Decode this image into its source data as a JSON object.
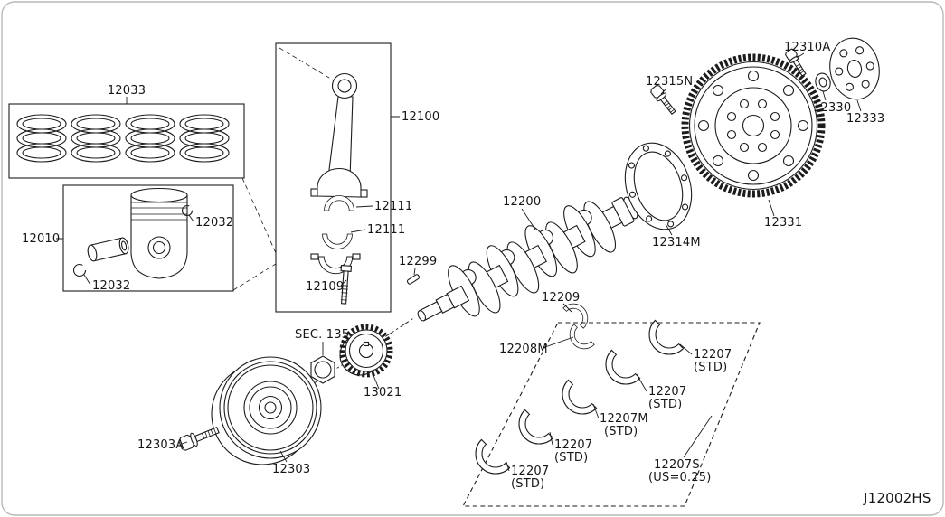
{
  "diagram_code": "J12002HS",
  "labels": {
    "piston_rings": "12033",
    "piston": "12010",
    "snap_ring_upper": "12032",
    "snap_ring_lower": "12032",
    "connecting_rod": "12100",
    "rod_bearing_upper": "12111",
    "rod_bearing_lower": "12111",
    "rod_bolt": "12109",
    "sec_reference": "SEC. 135",
    "crank_sprocket": "13021",
    "woodruff_key": "12299",
    "crankshaft": "12200",
    "bearing_12209": "12209",
    "bearing_12208m": "12208M",
    "crank_pulley": "12303",
    "pulley_bolt": "12303A",
    "drive_plate_bolt": "12315N",
    "drive_plate_backing": "12314M",
    "drive_plate": "12331",
    "adapter_bolt": "12310A",
    "washer": "12330",
    "adapter_plate": "12333"
  },
  "bearing_kit": {
    "kit_number": "12207S",
    "kit_size": "(US=0.25)",
    "items": [
      {
        "number": "12207",
        "size": "(STD)"
      },
      {
        "number": "12207",
        "size": "(STD)"
      },
      {
        "number": "12207M",
        "size": "(STD)"
      },
      {
        "number": "12207",
        "size": "(STD)"
      },
      {
        "number": "12207",
        "size": "(STD)"
      }
    ]
  }
}
